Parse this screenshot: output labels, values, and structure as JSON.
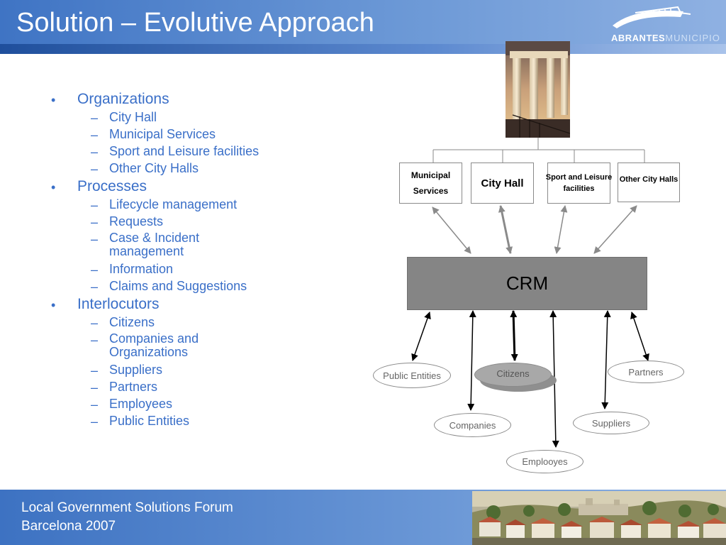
{
  "header": {
    "title": "Solution – Evolutive Approach",
    "logo_text_bold": "ABRANTES",
    "logo_text_light": "MUNICIPIO"
  },
  "outline": {
    "sections": [
      {
        "label": "Organizations",
        "items": [
          "City Hall",
          "Municipal Services",
          "Sport and Leisure facilities",
          "Other City Halls"
        ]
      },
      {
        "label": "Processes",
        "items": [
          "Lifecycle management",
          "Requests",
          "Case & Incident management",
          "Information",
          "Claims and Suggestions"
        ]
      },
      {
        "label": "Interlocutors",
        "items": [
          "Citizens",
          "Companies and Organizations",
          "Suppliers",
          "Partners",
          "Employees",
          "Public Entities"
        ]
      }
    ]
  },
  "diagram": {
    "org_boxes": {
      "municipal_services": "Municipal Services",
      "city_hall": "City Hall",
      "sport_leisure": "Sport and Leisure facilities",
      "other_city_halls": "Other City Halls"
    },
    "crm_label": "CRM",
    "interlocutors": {
      "public_entities": "Public Entities",
      "citizens": "Citizens",
      "partners": "Partners",
      "companies": "Companies",
      "suppliers": "Suppliers",
      "employees": "Emplooyes"
    }
  },
  "footer": {
    "line1": "Local Government Solutions Forum",
    "line2": "Barcelona 2007"
  },
  "colors": {
    "accent_blue": "#3a6fc8",
    "header_blue": "#3f74c4",
    "crm_gray": "#858585"
  }
}
